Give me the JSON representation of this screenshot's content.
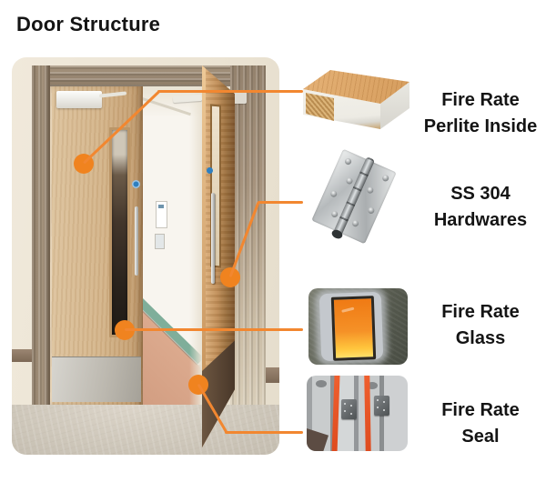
{
  "title": "Door Structure",
  "colors": {
    "accent_orange": "#f0831f",
    "label_text": "#141414",
    "sign_blue": "#2e7fc0",
    "seal_red": "#e8512e"
  },
  "diagram": {
    "photo_alt": "double fire door photo with callout dots",
    "callouts": [
      {
        "id": "perlite",
        "line1": "Fire Rate",
        "line2": "Perlite Inside",
        "thumbnail": "door-core-cutaway"
      },
      {
        "id": "hardware",
        "line1": "SS 304",
        "line2": "Hardwares",
        "thumbnail": "stainless-steel-hinge"
      },
      {
        "id": "glass",
        "line1": "Fire Rate",
        "line2": "Glass",
        "thumbnail": "fire-test-glazing"
      },
      {
        "id": "seal",
        "line1": "Fire Rate",
        "line2": "Seal",
        "thumbnail": "intumescent-seal-frames"
      }
    ]
  }
}
